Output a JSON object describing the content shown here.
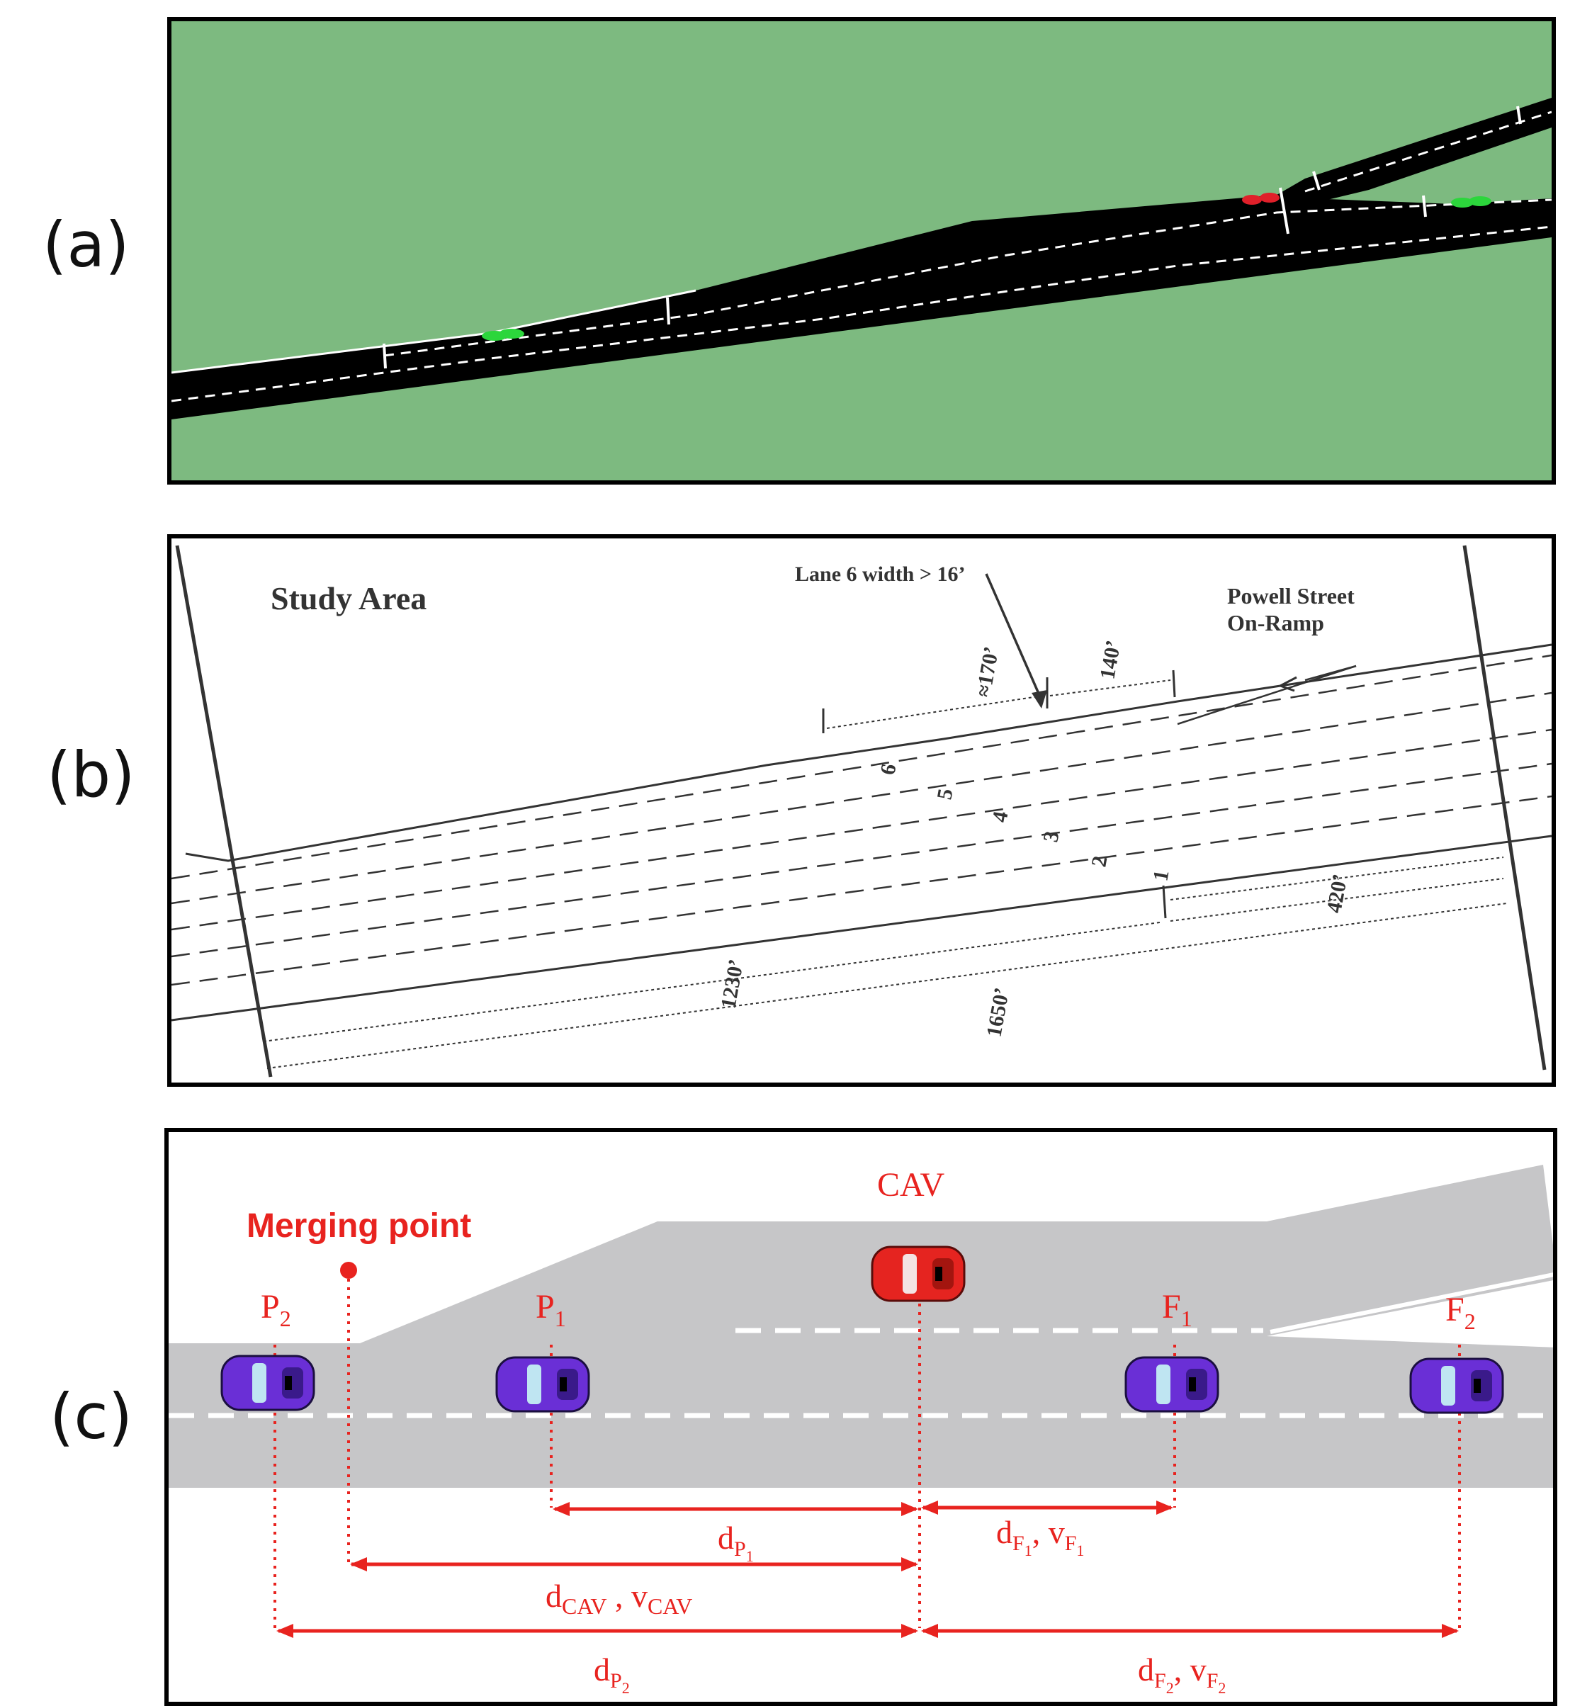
{
  "panels": {
    "a": {
      "label": "(a)"
    },
    "b": {
      "label": "(b)"
    },
    "c": {
      "label": "(c)"
    }
  },
  "panel_b": {
    "study_area": "Study Area",
    "lane6_note": "Lane 6 width > 16’",
    "ramp_line1": "Powell Street",
    "ramp_line2": "On-Ramp",
    "dim_170": "≈170’",
    "dim_140": "140’",
    "dim_420": "420’",
    "dim_1230": "1230’",
    "dim_1650": "1650’",
    "lanes": [
      "6",
      "5",
      "4",
      "3",
      "2",
      "1"
    ]
  },
  "panel_c": {
    "merging_point": "Merging point",
    "cav": "CAV",
    "p1": {
      "base": "P",
      "sub": "1"
    },
    "p2": {
      "base": "P",
      "sub": "2"
    },
    "f1": {
      "base": "F",
      "sub": "1"
    },
    "f2": {
      "base": "F",
      "sub": "2"
    },
    "d_p1": {
      "base": "d",
      "sub": "P",
      "subsub": "1"
    },
    "d_p2": {
      "base": "d",
      "sub": "P",
      "subsub": "2"
    },
    "d_f1": {
      "d": "d",
      "sub": "F",
      "subsub": "1",
      "sep": ", ",
      "v": "v"
    },
    "d_f2": {
      "d": "d",
      "sub": "F",
      "subsub": "2",
      "sep": ", ",
      "v": "v"
    },
    "d_cav": {
      "d": "d",
      "sub": "CAV",
      "sep": " , ",
      "v": "v"
    }
  },
  "colors": {
    "grass": "#7dba80",
    "road_dark": "#000000",
    "road_light": "#c6c6c8",
    "annotation_red": "#e8231f",
    "cav_car": "#e52420",
    "hv_car": "#6a2fd6",
    "sim_car_green": "#2cd63c",
    "sim_car_red": "#e0202a"
  }
}
